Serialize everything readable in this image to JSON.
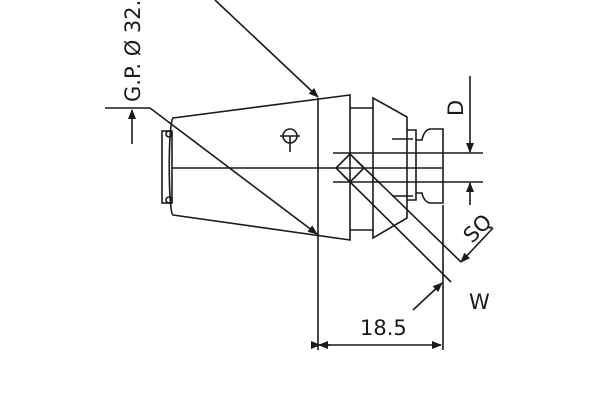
{
  "drawing": {
    "gauge_label": "G.P. Ø 32.",
    "d_label": "D",
    "sq_label": "SQ",
    "w_label": "W",
    "length_dim": "18.5"
  },
  "colors": {
    "line": "#1a1a1a",
    "background": "#ffffff"
  }
}
